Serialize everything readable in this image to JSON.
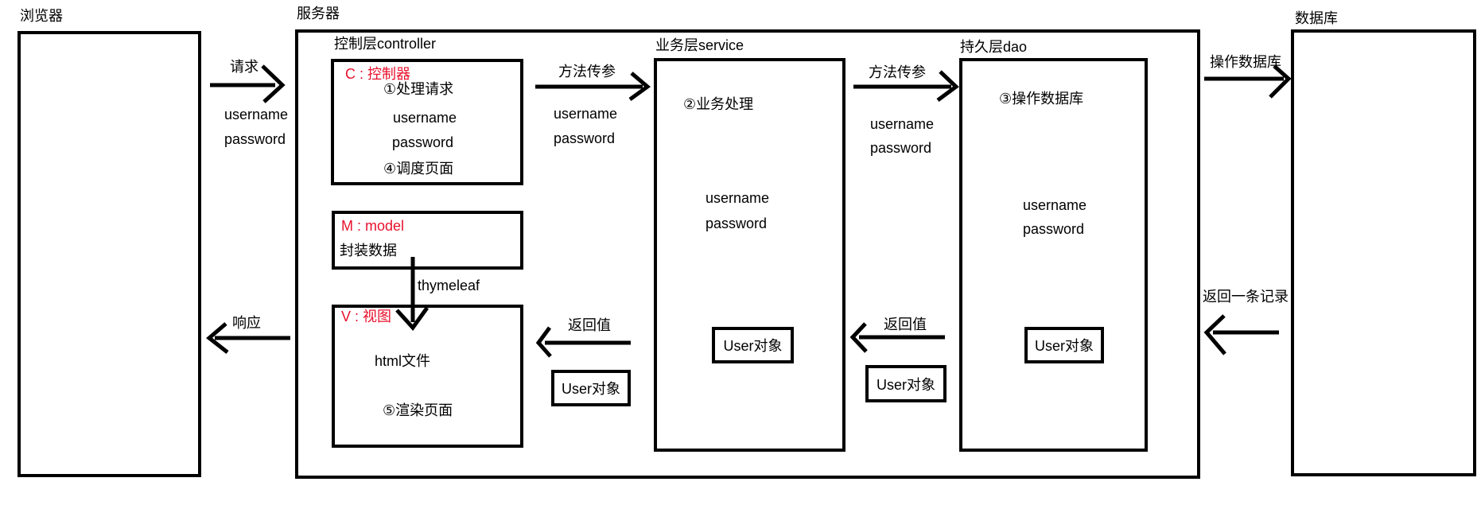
{
  "colors": {
    "accent_red": "#e8112d",
    "line_black": "#000000",
    "background": "#ffffff"
  },
  "nodes": {
    "browser": {
      "title": "浏览器"
    },
    "server": {
      "title": "服务器"
    },
    "database": {
      "title": "数据库"
    },
    "controller": {
      "layer_title": "控制层controller",
      "role_title": "C : 控制器",
      "step_handle_request": "①处理请求",
      "username": "username",
      "password": "password",
      "step_dispatch_page": "④调度页面"
    },
    "model": {
      "role_title": "M : model",
      "description": "封装数据"
    },
    "view": {
      "role_title": "V : 视图",
      "html_file": "html文件",
      "step_render_page": "⑤渲染页面"
    },
    "service": {
      "layer_title": "业务层service",
      "step_business": "②业务处理",
      "username": "username",
      "password": "password",
      "user_object": "User对象"
    },
    "dao": {
      "layer_title": "持久层dao",
      "step_operate_db": "③操作数据库",
      "username": "username",
      "password": "password",
      "user_object": "User对象"
    }
  },
  "flows": {
    "request": {
      "label": "请求",
      "username": "username",
      "password": "password"
    },
    "method_params_1": {
      "label": "方法传参",
      "username": "username",
      "password": "password"
    },
    "method_params_2": {
      "label": "方法传参",
      "username": "username",
      "password": "password"
    },
    "operate_database": {
      "label": "操作数据库"
    },
    "return_one_record": {
      "label": "返回一条记录"
    },
    "return_value_dao": {
      "label": "返回值",
      "user_object": "User对象"
    },
    "return_value_service": {
      "label": "返回值",
      "user_object": "User对象"
    },
    "response": {
      "label": "响应"
    },
    "thymeleaf": {
      "label": "thymeleaf"
    }
  }
}
